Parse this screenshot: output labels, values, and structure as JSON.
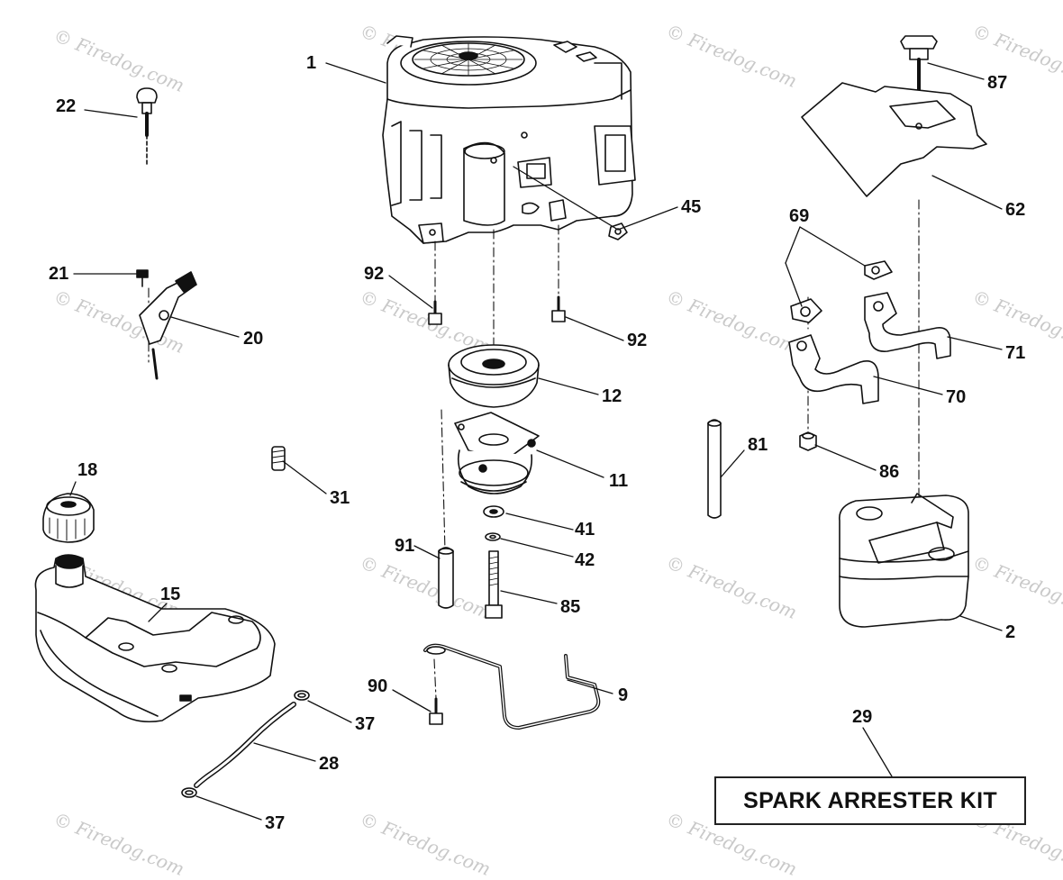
{
  "watermark": "© Firedog.com",
  "callouts": [
    "1",
    "22",
    "21",
    "20",
    "92",
    "92",
    "45",
    "87",
    "62",
    "69",
    "71",
    "70",
    "12",
    "11",
    "31",
    "18",
    "15",
    "41",
    "42",
    "91",
    "85",
    "81",
    "86",
    "2",
    "9",
    "90",
    "37",
    "28",
    "37",
    "29"
  ],
  "kit_label": "SPARK ARRESTER KIT"
}
